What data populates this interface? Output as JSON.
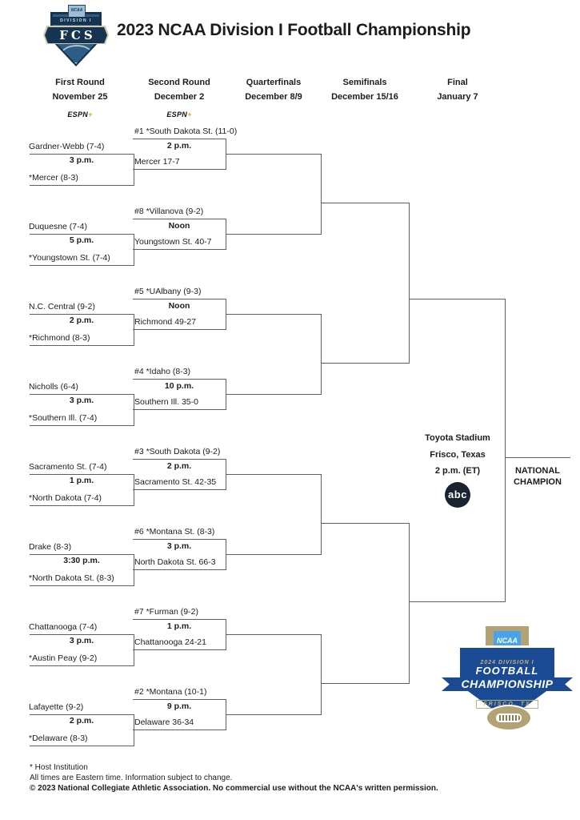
{
  "header": {
    "title": "2023 NCAA Division I Football Championship",
    "logo": {
      "ncaa": "NCAA",
      "division": "DIVISION I",
      "fcs": "FCS"
    }
  },
  "columns": [
    {
      "label": "First Round",
      "date": "November 25",
      "network_name": "ESPN",
      "network_plus": "+"
    },
    {
      "label": "Second Round",
      "date": "December 2",
      "network_name": "ESPN",
      "network_plus": "+"
    },
    {
      "label": "Quarterfinals",
      "date": "December 8/9"
    },
    {
      "label": "Semifinals",
      "date": "December 15/16"
    },
    {
      "label": "Final",
      "date": "January 7"
    }
  ],
  "first_round": [
    {
      "top": "Gardner-Webb (7-4)",
      "time": "3 p.m.",
      "bottom": "*Mercer (8-3)"
    },
    {
      "top": "Duquesne (7-4)",
      "time": "5 p.m.",
      "bottom": "*Youngstown St. (7-4)"
    },
    {
      "top": "N.C. Central (9-2)",
      "time": "2 p.m.",
      "bottom": "*Richmond (8-3)"
    },
    {
      "top": "Nicholls (6-4)",
      "time": "3 p.m.",
      "bottom": "*Southern Ill. (7-4)"
    },
    {
      "top": "Sacramento St. (7-4)",
      "time": "1 p.m.",
      "bottom": "*North Dakota (7-4)"
    },
    {
      "top": "Drake (8-3)",
      "time": "3:30 p.m.",
      "bottom": "*North Dakota St. (8-3)"
    },
    {
      "top": "Chattanooga (7-4)",
      "time": "3 p.m.",
      "bottom": "*Austin Peay (9-2)"
    },
    {
      "top": "Lafayette (9-2)",
      "time": "2 p.m.",
      "bottom": "*Delaware (8-3)"
    }
  ],
  "second_round": [
    {
      "seed": "#1 *South Dakota St. (11-0)",
      "time": "2 p.m.",
      "winner": "Mercer 17-7"
    },
    {
      "seed": "#8 *Villanova (9-2)",
      "time": "Noon",
      "winner": "Youngstown St. 40-7"
    },
    {
      "seed": "#5 *UAlbany (9-3)",
      "time": "Noon",
      "winner": "Richmond 49-27"
    },
    {
      "seed": "#4 *Idaho (8-3)",
      "time": "10 p.m.",
      "winner": "Southern Ill. 35-0"
    },
    {
      "seed": "#3 *South Dakota (9-2)",
      "time": "2 p.m.",
      "winner": "Sacramento St. 42-35"
    },
    {
      "seed": "#6 *Montana St. (8-3)",
      "time": "3 p.m.",
      "winner": "North Dakota St. 66-3"
    },
    {
      "seed": "#7 *Furman (9-2)",
      "time": "1 p.m.",
      "winner": "Chattanooga 24-21"
    },
    {
      "seed": "#2 *Montana (10-1)",
      "time": "9 p.m.",
      "winner": "Delaware 36-34"
    }
  ],
  "final_info": {
    "venue": "Toyota Stadium",
    "location": "Frisco, Texas",
    "time": "2 p.m. (ET)",
    "network": "abc",
    "champion_line1": "NATIONAL",
    "champion_line2": "CHAMPION"
  },
  "championship_logo": {
    "ncaa": "NCAA",
    "division": "2024 DIVISION I",
    "line1": "FOOTBALL",
    "line2": "CHAMPIONSHIP",
    "location": "FRISCO, TX"
  },
  "footer": {
    "line1": "* Host Institution",
    "line2": "All times are Eastern time. Information subject to change.",
    "line3": "© 2023 National Collegiate Athletic Association.  No commercial use without the NCAA's written permission."
  },
  "colors": {
    "bracket_line": "#5f5f5f",
    "text": "#1c1c1c",
    "espn_plus_gold": "#d9a620",
    "abc_circle": "#1a2430",
    "fcs_navy": "#16344f",
    "fcs_blue": "#2d5d85",
    "fcs_pale_blue": "#9dbdd4",
    "champ_royal_blue": "#1b4a94",
    "champ_tan": "#b3a276",
    "champ_gold": "#c8b272",
    "ncaa_light_blue": "#4aa3e8"
  }
}
